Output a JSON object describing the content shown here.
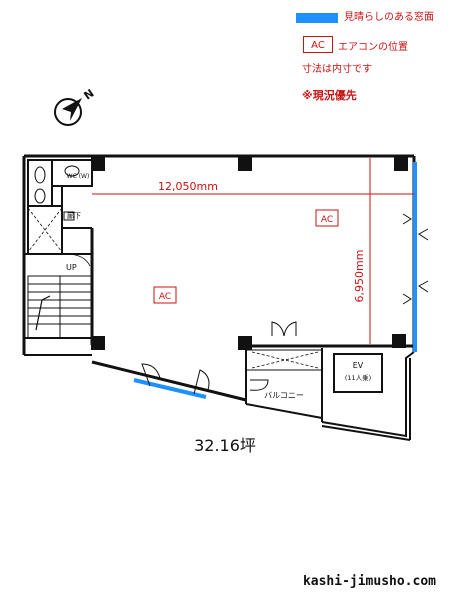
{
  "legend": {
    "window_label": "見晴らしのある窓面",
    "ac_symbol": "AC",
    "ac_label": "エアコンの位置",
    "dims_note": "寸法は内寸です",
    "priority_note": "※現況優先"
  },
  "compass": {
    "north": "N"
  },
  "plan": {
    "width_dim": "12,050mm",
    "depth_dim": "6,950mm",
    "ac_1": "AC",
    "ac_2": "AC",
    "wc_label": "WC\n(W)",
    "stair_dir": "UP",
    "corridor": "廊下",
    "elevator": "EV",
    "elevator_cap": "(11人乗)",
    "balcony": "バルコニー"
  },
  "colors": {
    "window": "#1e90ff",
    "annotation": "#cc1111",
    "wall": "#111111"
  },
  "area_label": "32.16坪",
  "site_url": "kashi-jimusho.com"
}
